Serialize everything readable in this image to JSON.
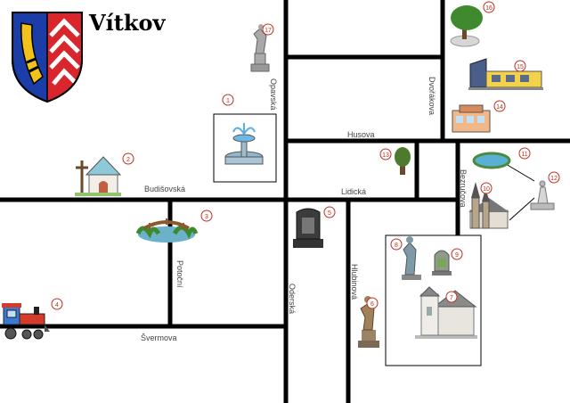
{
  "title": "Vítkov",
  "streets": {
    "husova": "Husova",
    "opavska": "Opavská",
    "dvorakova": "Dvořákova",
    "budisovska": "Budišovská",
    "lidicka": "Lidická",
    "bezrucova": "Bezručova",
    "potocni": "Potoční",
    "odrnska": "Oderská",
    "hlibinova": "Hlubinová",
    "svermova": "Švermova"
  },
  "markers": {
    "m1": "1",
    "m2": "2",
    "m3": "3",
    "m4": "4",
    "m5": "5",
    "m6": "6",
    "m7": "7",
    "m8": "8",
    "m9": "9",
    "m10": "10",
    "m11": "11",
    "m12": "12",
    "m13": "13",
    "m14": "14",
    "m15": "15",
    "m16": "16",
    "m17": "17"
  },
  "colors": {
    "road": "#000000",
    "marker": "#c03020",
    "shield_blue": "#1a3da8",
    "shield_red": "#d8262c",
    "horn_gold": "#f2c21a"
  },
  "icons": [
    "coat-of-arms-icon",
    "fountain-icon",
    "chapel-icon",
    "bridge-pond-icon",
    "train-icon",
    "memorial-stone-icon",
    "saint-statue-icon",
    "church-icon",
    "statue-icon",
    "gravestone-icon",
    "pond-icon",
    "obelisk-icon",
    "lone-tree-icon",
    "school-icon",
    "modern-building-icon",
    "tree-on-rock-icon",
    "statue-on-pedestal-icon"
  ]
}
